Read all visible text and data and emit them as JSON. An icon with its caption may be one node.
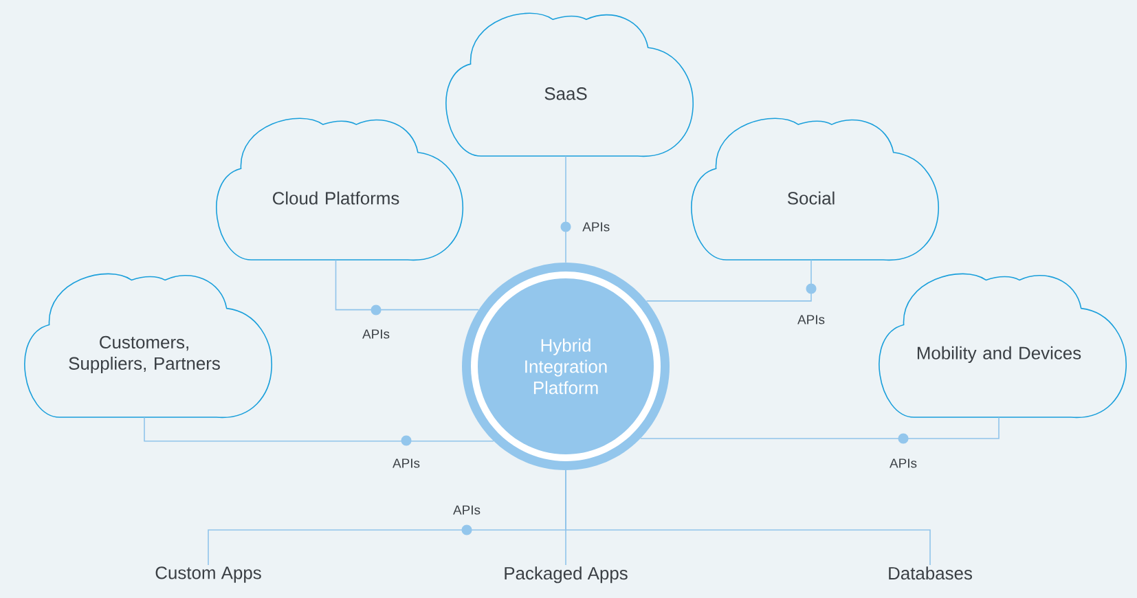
{
  "diagram": {
    "nodes": [
      {
        "text": [
          "SaaS"
        ]
      },
      {
        "text": [
          "Cloud Platforms"
        ]
      },
      {
        "text": [
          "Social"
        ]
      },
      {
        "text": [
          "Customers, Suppliers, Partners"
        ]
      },
      {
        "text": [
          "Mobility and Devices"
        ]
      },
      {
        "text": [
          "Hybrid Integration Platform"
        ]
      },
      {
        "text": [
          "Custom Apps"
        ]
      },
      {
        "text": [
          "Packaged Apps"
        ]
      },
      {
        "text": [
          "Databases"
        ]
      }
    ],
    "edges": [
      {
        "from": 0,
        "to": 5,
        "arrow": "none",
        "label": "APIs"
      },
      {
        "from": 1,
        "to": 5,
        "arrow": "none",
        "label": "APIs"
      },
      {
        "from": 2,
        "to": 5,
        "arrow": "none",
        "label": "APIs"
      },
      {
        "from": 3,
        "to": 5,
        "arrow": "none",
        "label": "APIs"
      },
      {
        "from": 4,
        "to": 5,
        "arrow": "none",
        "label": "APIs"
      },
      {
        "from": 5,
        "to": 6,
        "arrow": "none",
        "label": "APIs"
      },
      {
        "from": 5,
        "to": 7,
        "arrow": "none"
      },
      {
        "from": 5,
        "to": 8,
        "arrow": "none"
      }
    ]
  }
}
